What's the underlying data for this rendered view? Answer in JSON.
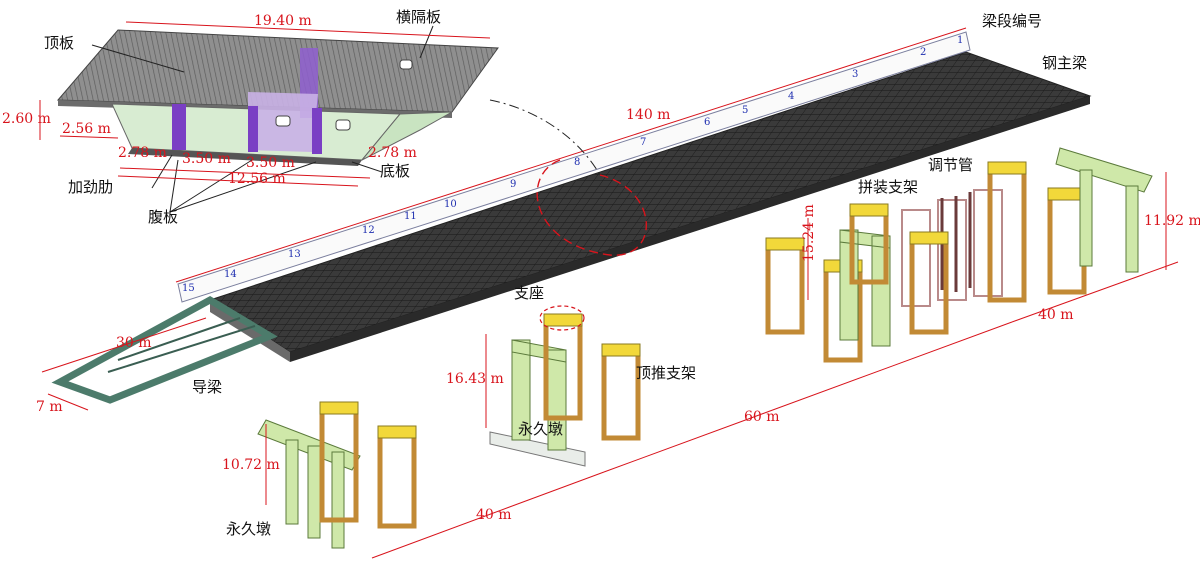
{
  "section": {
    "width_top": "19.40 m",
    "height": "2.60 m",
    "cantilever": "2.56 m",
    "bottom_seg_1": "2.78 m",
    "bottom_seg_2": "3.50 m",
    "bottom_seg_3": "3.50 m",
    "bottom_seg_4": "2.78 m",
    "bottom_width": "12.56 m",
    "parts": {
      "top_plate": "顶板",
      "diaphragm": "横隔板",
      "stiffener": "加劲肋",
      "web": "腹板",
      "bottom_plate": "底板"
    }
  },
  "girder": {
    "segment_label": "梁段编号",
    "main_girder": "钢主梁",
    "length": "140 m",
    "segments": [
      "1",
      "2",
      "3",
      "4",
      "5",
      "6",
      "7",
      "8",
      "9",
      "10",
      "11",
      "12",
      "13",
      "14",
      "15"
    ],
    "nose_label": "导梁",
    "nose_length": "30 m",
    "nose_width": "7 m"
  },
  "supports": {
    "bearing": "支座",
    "jack_frame": "顶推支架",
    "permanent_pier_mid": "永久墩",
    "permanent_pier_front": "永久墩",
    "assembly_frame": "拼装支架",
    "adjust_pipe": "调节管"
  },
  "dims": {
    "pier_front_height": "10.72 m",
    "pier_mid_height": "16.43 m",
    "frame_height": "15.24 m",
    "pier_back_height": "11.92 m",
    "span_front": "40 m",
    "span_mid": "60 m",
    "span_back": "40 m"
  }
}
